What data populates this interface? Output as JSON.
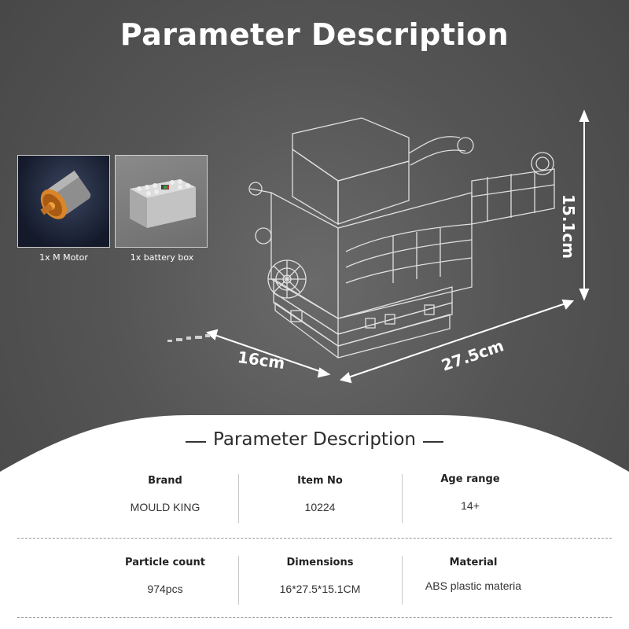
{
  "title": "Parameter Description",
  "accessories": [
    {
      "label": "1x M Motor"
    },
    {
      "label": "1x  battery box"
    }
  ],
  "dimensions": {
    "height": "15.1cm",
    "width": "16cm",
    "length": "27.5cm"
  },
  "panel": {
    "title": "Parameter Description",
    "rows": [
      [
        {
          "label": "Brand",
          "value": "MOULD KING"
        },
        {
          "label": "Item No",
          "value": "10224"
        },
        {
          "label": "Age range",
          "value": "14+"
        }
      ],
      [
        {
          "label": "Particle count",
          "value": "974pcs"
        },
        {
          "label": "Dimensions",
          "value": "16*27.5*15.1CM"
        },
        {
          "label": "Material",
          "value": "ABS plastic materia"
        }
      ]
    ]
  }
}
